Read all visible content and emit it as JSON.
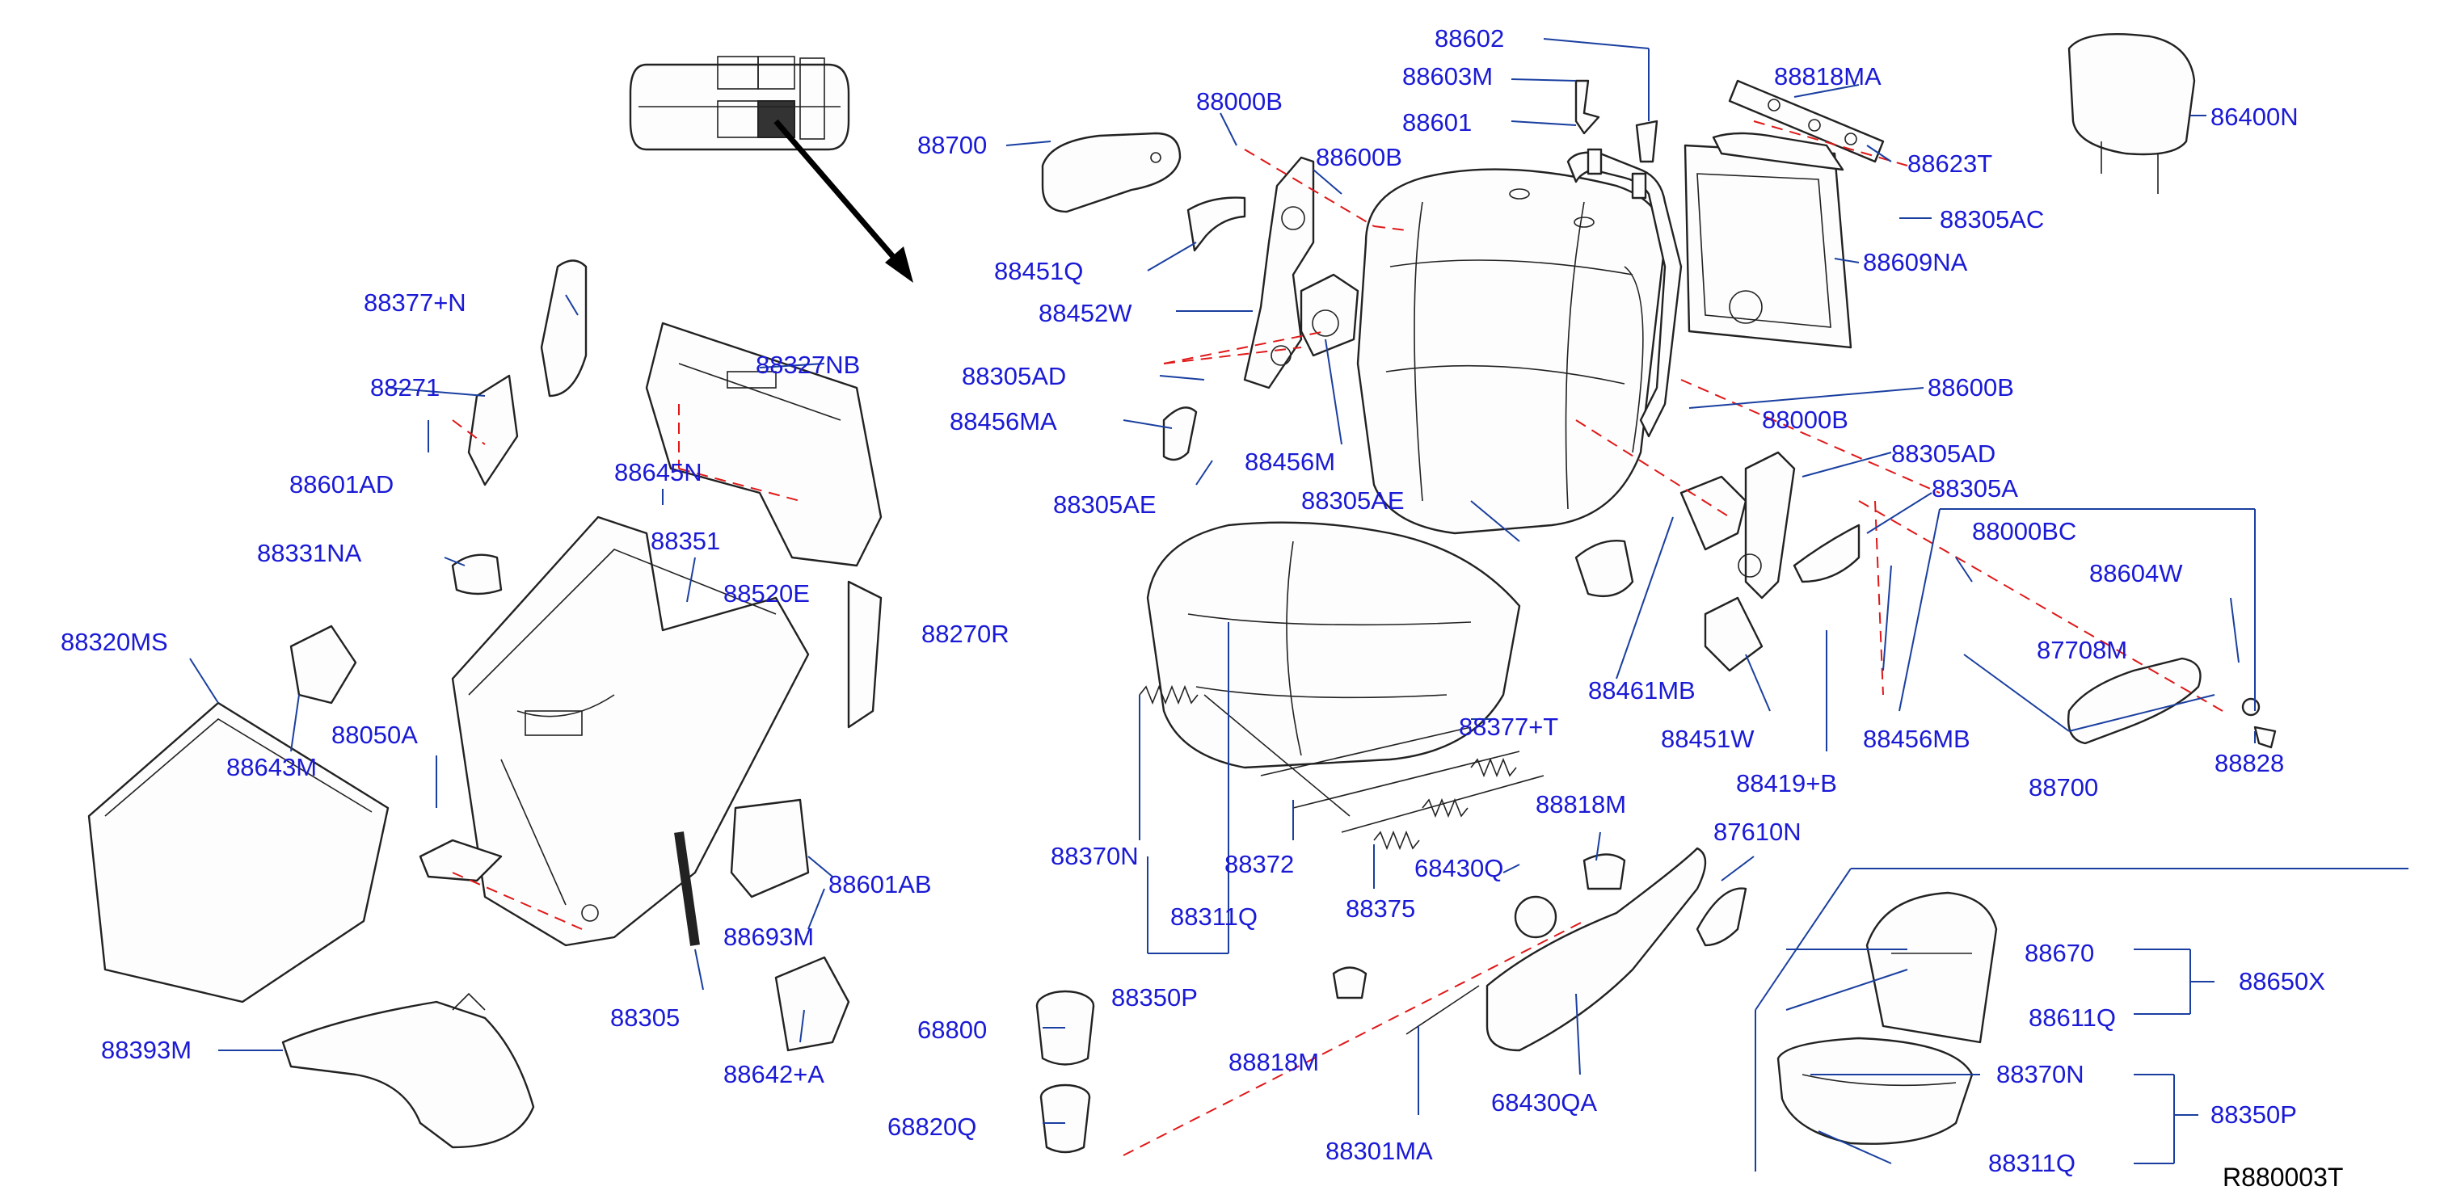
{
  "callouts": {
    "c88700a": "88700",
    "c88000b_a": "88000B",
    "c88600b_a": "88600B",
    "c88451q": "88451Q",
    "c88452w": "88452W",
    "c88305ad_a": "88305AD",
    "c88456ma": "88456MA",
    "c88456m": "88456M",
    "c88305ae_a": "88305AE",
    "c88305ae_b": "88305AE",
    "c88602": "88602",
    "c88603m": "88603M",
    "c88601": "88601",
    "c88818ma": "88818MA",
    "c88623t": "88623T",
    "c88305ac": "88305AC",
    "c88609na": "88609NA",
    "c86400n": "86400N",
    "c88600b_b": "88600B",
    "c88000b_b": "88000B",
    "c88305ad_b": "88305AD",
    "c88305a": "88305A",
    "c88000bc": "88000BC",
    "c88604w": "88604W",
    "c87708m": "87708M",
    "c88461mb": "88461MB",
    "c88451w": "88451W",
    "c88419b": "88419+B",
    "c88456mb": "88456MB",
    "c88700b": "88700",
    "c88828": "88828",
    "c88377t": "88377+T",
    "c88818m_a": "88818M",
    "c88370n_a": "88370N",
    "c88372": "88372",
    "c88375": "88375",
    "c68430q": "68430Q",
    "c87610n": "87610N",
    "c88311q_a": "88311Q",
    "c88350p_a": "88350P",
    "c68800": "68800",
    "c88818m_b": "88818M",
    "c68820q": "68820Q",
    "c88301ma": "88301MA",
    "c68430qa": "68430QA",
    "c88377n": "88377+N",
    "c88327nb": "88327NB",
    "c88271": "88271",
    "c88601ad": "88601AD",
    "c88645n": "88645N",
    "c88331na": "88331NA",
    "c88351": "88351",
    "c88520e": "88520E",
    "c88270r": "88270R",
    "c88320ms": "88320MS",
    "c88643m": "88643M",
    "c88050a": "88050A",
    "c88601ab": "88601AB",
    "c88693m": "88693M",
    "c88305": "88305",
    "c88642a": "88642+A",
    "c88393m": "88393M",
    "c88670": "88670",
    "c88611q": "88611Q",
    "c88650x": "88650X",
    "c88370n_b": "88370N",
    "c88311q_b": "88311Q",
    "c88350p_b": "88350P"
  },
  "reference_code": "R880003T",
  "colors": {
    "callout_text": "#1a1ad6",
    "leader_line": "#1a3fa0",
    "assembly_dash": "#e01818",
    "part_outline": "#222222"
  }
}
